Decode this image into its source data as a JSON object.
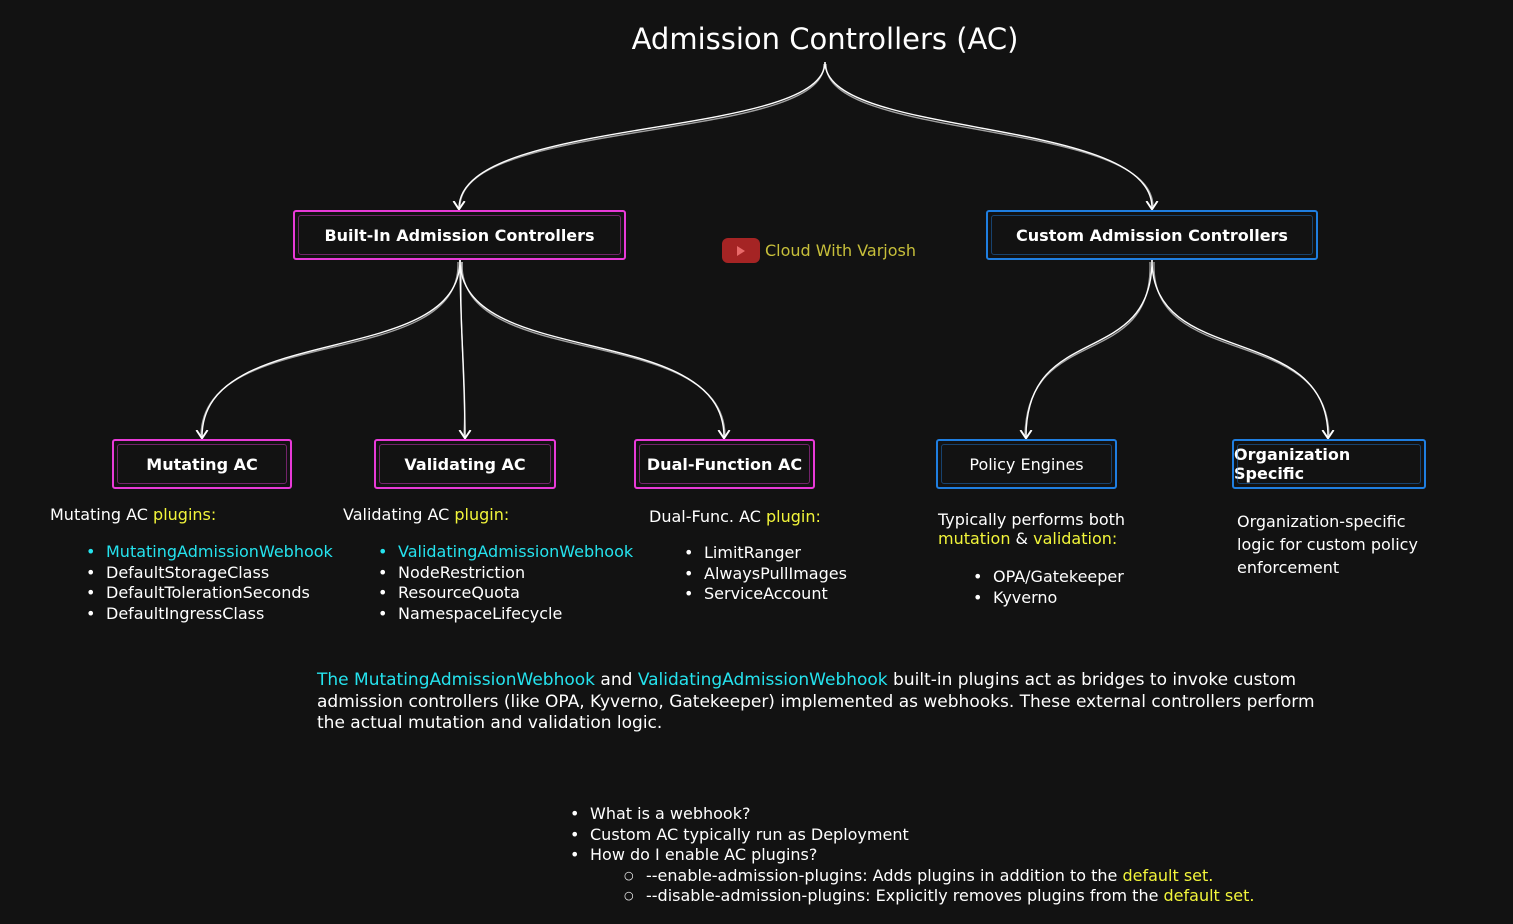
{
  "title": "Admission Controllers (AC)",
  "branches": {
    "builtin": "Built-In Admission Controllers",
    "custom": "Custom Admission Controllers"
  },
  "brand": {
    "icon": "youtube-play-icon",
    "text": "Cloud With Varjosh"
  },
  "nodes": {
    "mutating": "Mutating AC",
    "validating": "Validating AC",
    "dual": "Dual-Function AC",
    "policy": "Policy Engines",
    "org": "Organization Specific"
  },
  "mutating_block": {
    "heading_prefix": "Mutating AC ",
    "heading_highlight": "plugins:",
    "items": [
      "MutatingAdmissionWebhook",
      "DefaultStorageClass",
      "DefaultTolerationSeconds",
      "DefaultIngressClass"
    ]
  },
  "validating_block": {
    "heading_prefix": "Validating AC ",
    "heading_highlight": "plugin:",
    "items": [
      "ValidatingAdmissionWebhook",
      "NodeRestriction",
      "ResourceQuota",
      "NamespaceLifecycle"
    ]
  },
  "dual_block": {
    "heading_prefix": "Dual-Func. AC ",
    "heading_highlight": "plugin:",
    "items": [
      "LimitRanger",
      "AlwaysPullImages",
      "ServiceAccount"
    ]
  },
  "policy_block": {
    "line1": "Typically performs both",
    "mutation": "mutation",
    "amp": " & ",
    "validation": "validation:",
    "items": [
      "OPA/Gatekeeper",
      "Kyverno"
    ]
  },
  "org_block": {
    "lines": [
      "Organization-specific",
      "logic for custom policy",
      "enforcement"
    ]
  },
  "note": {
    "hl1": "The MutatingAdmissionWebhook",
    "t1": " and ",
    "hl2": "ValidatingAdmissionWebhook",
    "t2": " built-in plugins act as bridges to invoke custom admission controllers (like OPA, Kyverno, Gatekeeper) implemented as webhooks. These external controllers perform the actual mutation and validation logic."
  },
  "faq": {
    "q1": "What is a webhook?",
    "q2": "Custom AC typically run as Deployment",
    "q3": "How do I enable AC plugins?",
    "sub1_text": "--enable-admission-plugins: Adds plugins in addition to the ",
    "sub1_hl": "default set.",
    "sub2_text": "--disable-admission-plugins: Explicitly removes plugins from the ",
    "sub2_hl": "default set."
  },
  "colors": {
    "builtin": "#e83ad8",
    "custom": "#1f7ee0",
    "highlight": "#25e3ee",
    "accent": "#f2f53a"
  }
}
